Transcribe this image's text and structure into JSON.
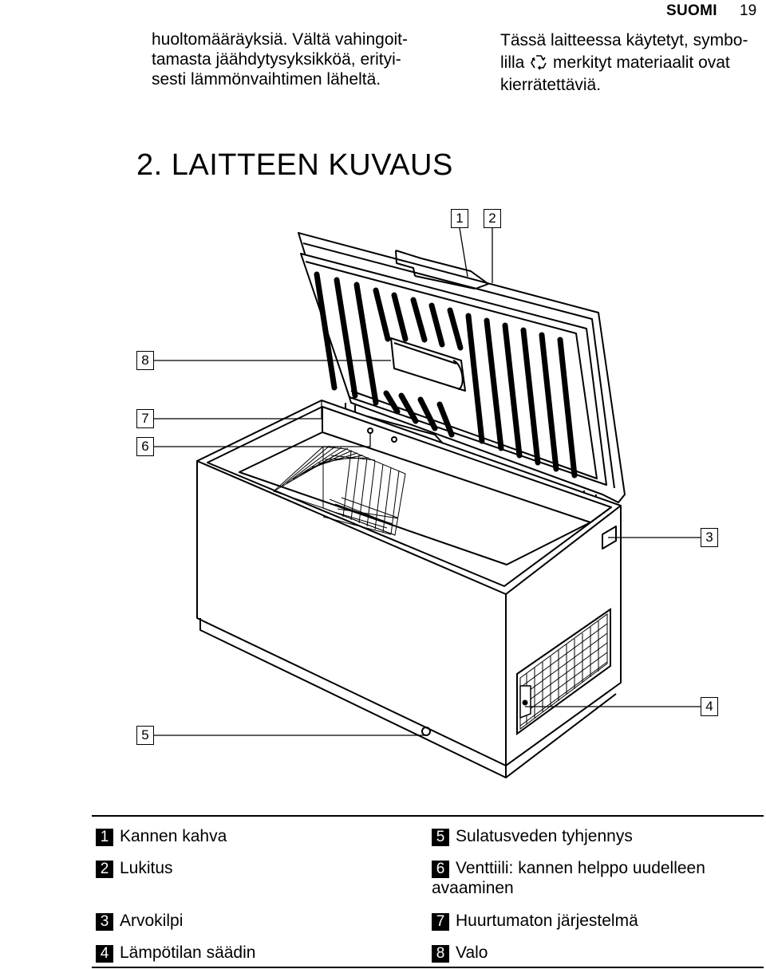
{
  "header": {
    "language": "SUOMI",
    "page_number": "19"
  },
  "intro": {
    "left_lines": [
      "huoltomääräyksiä. Vältä vahingoit-",
      "tamasta jäähdytysyksikköä, erityi-",
      "sesti lämmönvaihtimen läheltä."
    ],
    "right_line1": "Tässä laitteessa käytetyt, symbo-",
    "right_line2_before": "lilla",
    "right_line2_after": "merkityt materiaalit ovat",
    "right_line3": "kierrätettäviä."
  },
  "section": {
    "heading": "2. LAITTEEN KUVAUS"
  },
  "figure": {
    "callouts": [
      "1",
      "2",
      "3",
      "4",
      "5",
      "6",
      "7",
      "8"
    ]
  },
  "legend": {
    "items": [
      {
        "num": "1",
        "label": "Kannen kahva"
      },
      {
        "num": "2",
        "label": "Lukitus"
      },
      {
        "num": "3",
        "label": "Arvokilpi"
      },
      {
        "num": "4",
        "label": "Lämpötilan säädin"
      },
      {
        "num": "5",
        "label": "Sulatusveden tyhjennys"
      },
      {
        "num": "6",
        "label": "Venttiili: kannen helppo uudelleen",
        "label_cont": "avaaminen"
      },
      {
        "num": "7",
        "label": "Huurtumaton järjestelmä"
      },
      {
        "num": "8",
        "label": "Valo"
      }
    ]
  }
}
